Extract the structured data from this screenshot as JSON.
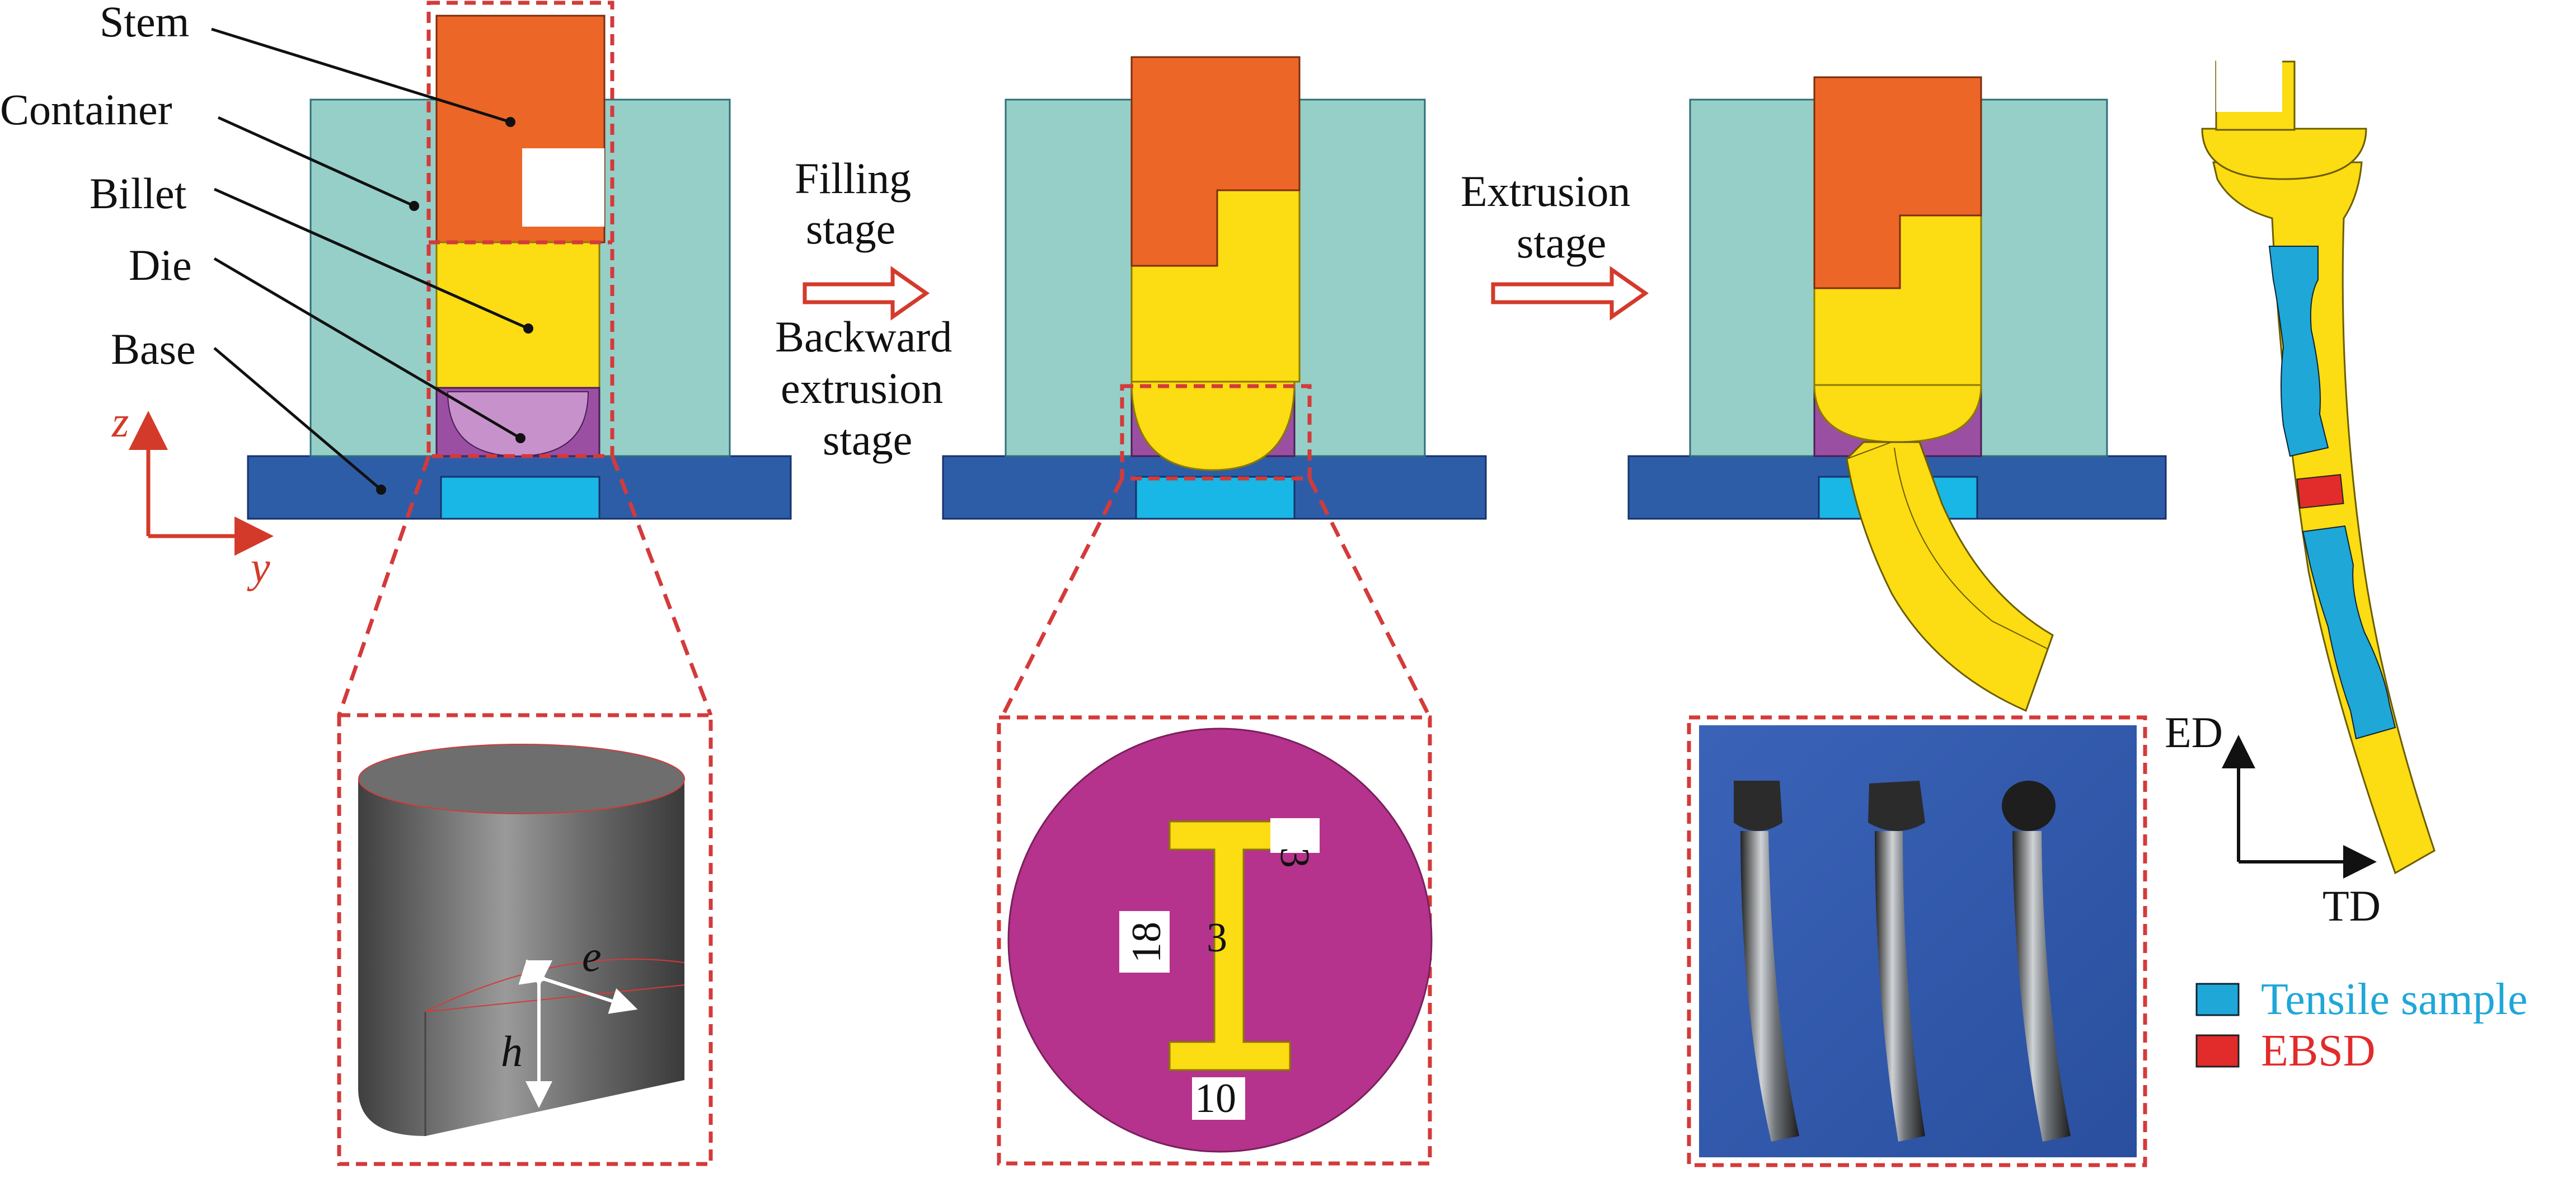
{
  "labels": {
    "stem": "Stem",
    "container": "Container",
    "billet": "Billet",
    "die": "Die",
    "base": "Base"
  },
  "axes_left": {
    "z": "z",
    "y": "y"
  },
  "stages": {
    "filling_line1": "Filling",
    "filling_line2": "stage",
    "backward_line1": "Backward",
    "backward_line2": "extrusion",
    "backward_line3": "stage",
    "extrusion_line1": "Extrusion",
    "extrusion_line2": "stage"
  },
  "die_geometry": {
    "e": "e",
    "h": "h"
  },
  "section_dims": {
    "flange_thickness": "3",
    "web_height": "18",
    "web_thickness": "3",
    "flange_width": "10"
  },
  "axes_right": {
    "ed": "ED",
    "td": "TD"
  },
  "legend": [
    {
      "label": "Tensile sample",
      "color": "#1fa7d8"
    },
    {
      "label": "EBSD",
      "color": "#e22b2b"
    }
  ],
  "colors": {
    "stem": "#ec6628",
    "container": "#96cfc7",
    "billet": "#fcdc12",
    "die": "#9b4fa3",
    "base": "#2e5da8",
    "insert": "#18b7e5",
    "dashed": "#d43a3a",
    "section_bg": "#b5338c"
  }
}
